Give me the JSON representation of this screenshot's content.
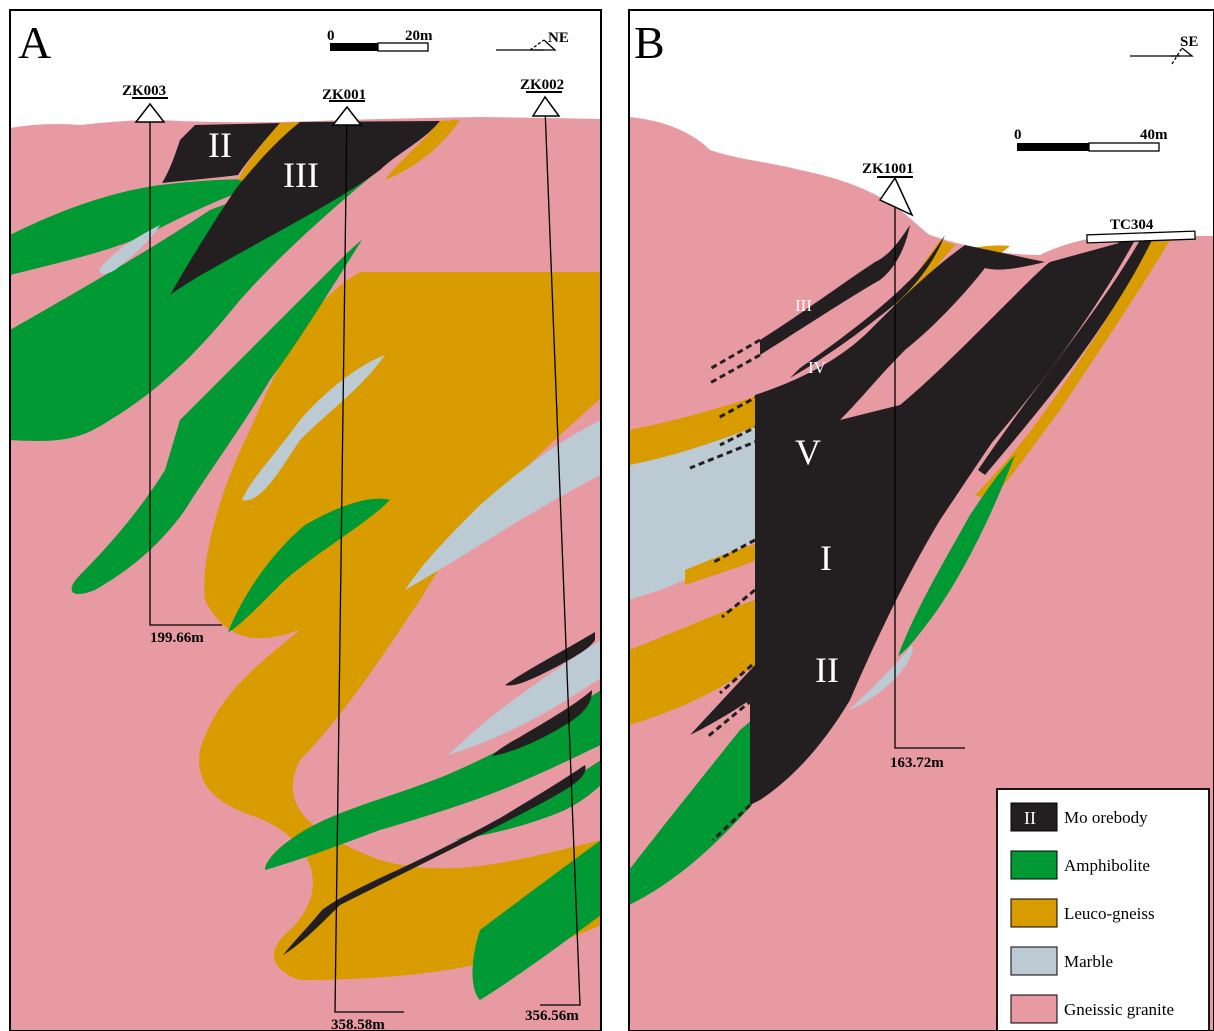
{
  "panels": {
    "a": {
      "letter": "A",
      "scale_start": "0",
      "scale_end": "20m",
      "direction": "NE",
      "holes": {
        "zk003": {
          "name": "ZK003",
          "depth": "199.66m"
        },
        "zk001": {
          "name": "ZK001",
          "depth": "358.58m"
        },
        "zk002": {
          "name": "ZK002",
          "depth": "356.56m"
        }
      },
      "orebody_labels": {
        "left": "II",
        "right": "III"
      }
    },
    "b": {
      "letter": "B",
      "scale_start": "0",
      "scale_end": "40m",
      "direction": "SE",
      "holes": {
        "zk1001": {
          "name": "ZK1001",
          "depth": "163.72m"
        }
      },
      "trench": "TC304",
      "orebody_labels": {
        "iii": "III",
        "iv": "IV",
        "v": "V",
        "i": "I",
        "ii": "II"
      }
    }
  },
  "legend": {
    "key_symbol": "II",
    "items": [
      {
        "label": "Mo orebody",
        "color": "#231f20"
      },
      {
        "label": "Amphibolite",
        "color": "#009933"
      },
      {
        "label": "Leuco-gneiss",
        "color": "#d89b00"
      },
      {
        "label": "Marble",
        "color": "#bccad3"
      },
      {
        "label": "Gneissic granite",
        "color": "#e89aa3"
      }
    ]
  },
  "colors": {
    "orebody": "#231f20",
    "amphibolite": "#009933",
    "leuco_gneiss": "#d89b00",
    "marble": "#bccad3",
    "gneissic_granite": "#e89aa3"
  }
}
